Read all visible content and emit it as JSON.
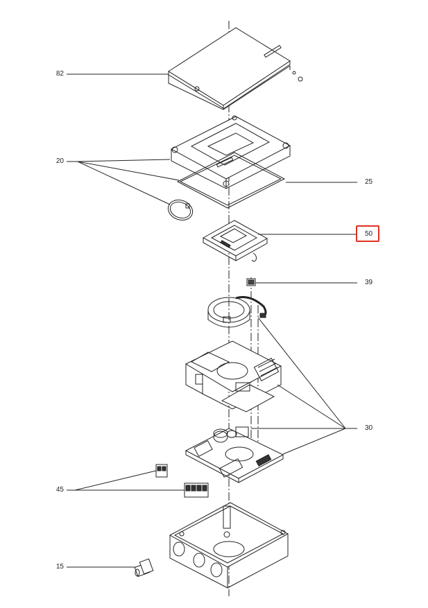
{
  "callouts": {
    "c82": "82",
    "c20": "20",
    "c25": "25",
    "c50": "50",
    "c39": "39",
    "c30": "30",
    "c45": "45",
    "c15": "15"
  },
  "highlight_color": "#e03020",
  "line_color": "#222222"
}
